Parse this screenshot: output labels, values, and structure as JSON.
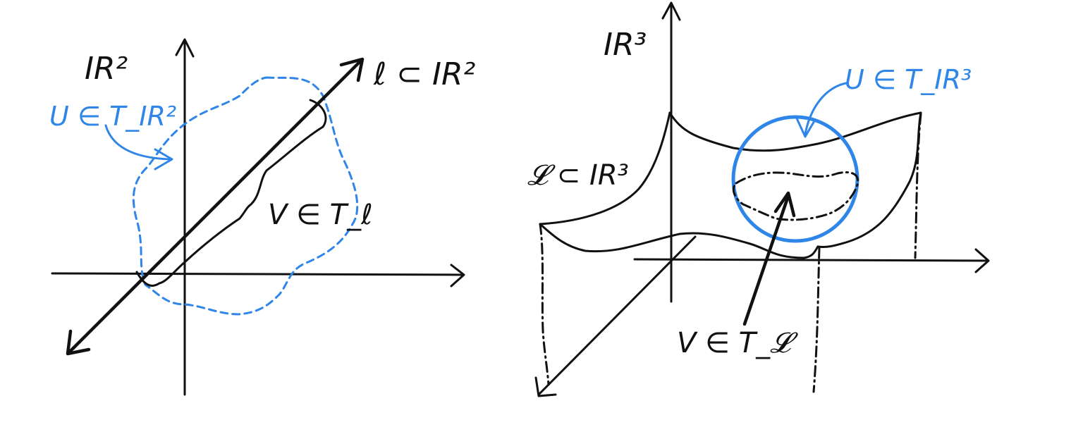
{
  "left_panel": {
    "space_label": "IR²",
    "line_label": "ℓ ⊂ IR²",
    "open_set_label": "U ∈ T_IR²",
    "subspace_open_label": "V ∈ T_ℓ"
  },
  "right_panel": {
    "space_label": "IR³",
    "surface_label": "𝓛 ⊂ IR³",
    "open_set_label": "U ∈ T_IR³",
    "subspace_open_label": "V ∈ T_𝓛"
  },
  "colors": {
    "ink": "#111111",
    "accent": "#2f86e8"
  }
}
